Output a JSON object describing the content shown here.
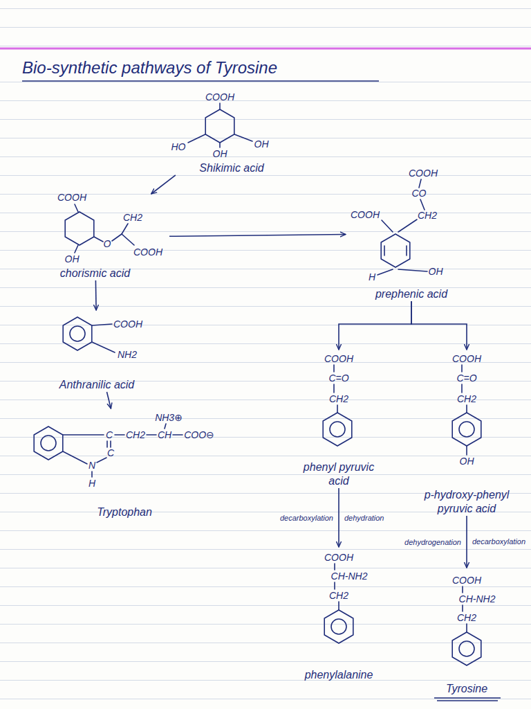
{
  "diagram": {
    "title": "Bio-synthetic pathways of Tyrosine",
    "nodes": [
      {
        "text": [
          "Shikimic acid"
        ]
      },
      {
        "text": [
          "chorismic acid"
        ]
      },
      {
        "text": [
          "prephenic acid"
        ]
      },
      {
        "text": [
          "Anthranilic acid"
        ]
      },
      {
        "text": [
          "phenyl pyruvic acid"
        ]
      },
      {
        "text": [
          "p-hydroxy-phenyl pyruvic acid"
        ]
      },
      {
        "text": [
          "Tryptophan"
        ]
      },
      {
        "text": [
          "phenylalanine"
        ]
      },
      {
        "text": [
          "Tyrosine"
        ]
      }
    ],
    "edges": [
      {
        "from": 0,
        "to": 1,
        "arrow": "to"
      },
      {
        "from": 1,
        "to": 2,
        "arrow": "to"
      },
      {
        "from": 1,
        "to": 3,
        "arrow": "to"
      },
      {
        "from": 3,
        "to": 6,
        "arrow": "to"
      },
      {
        "from": 2,
        "to": 4,
        "arrow": "to"
      },
      {
        "from": 2,
        "to": 5,
        "arrow": "to"
      },
      {
        "from": 4,
        "to": 7,
        "label": "decarboxylation",
        "arrow": "to"
      },
      {
        "from": 5,
        "to": 8,
        "label": "dehydrogenation",
        "arrow": "to"
      }
    ],
    "labels": [
      "COOH",
      "HO",
      "OH",
      "OH",
      "COOH",
      "CH2",
      "O",
      "COOH",
      "OH",
      "COOH",
      "CO",
      "COOH",
      "CH2",
      "H",
      "OH",
      "COOH",
      "NH2",
      "NH3⊕",
      "C",
      "CH2",
      "CH",
      "COO⊖",
      "C",
      "N",
      "H",
      "COOH",
      "C=O",
      "CH2",
      "COOH",
      "C=O",
      "CH2",
      "OH",
      "dehydration",
      "decarboxylation",
      "COOH",
      "CH-NH2",
      "CH2",
      "COOH",
      "CH-NH2",
      "CH2"
    ]
  }
}
